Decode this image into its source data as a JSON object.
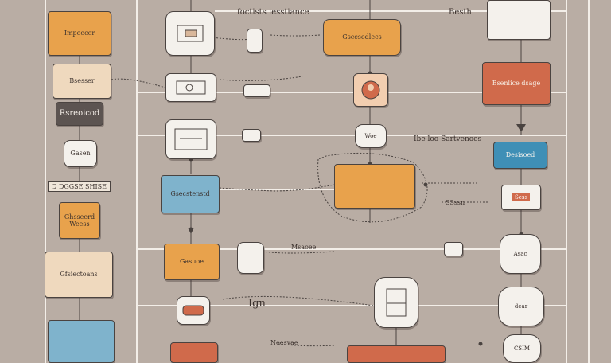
{
  "colors": {
    "background": "#b9ada4",
    "orange": "#e8a24c",
    "cream": "#efd9be",
    "blue": "#7fb3cc",
    "teal": "#3f8fb6",
    "rust": "#d06a4b",
    "dark": "#5c5451"
  },
  "labels": {
    "top_header": "foctists iesstiance",
    "top_right": "Besth",
    "left_box1": "Impeecer",
    "left_box2": "Bsesser",
    "left_dark": "Rsreoicod",
    "left_small": "Gasen",
    "left_tag": "D DGGSE SHISE",
    "left_box3a": "Ghsseerd",
    "left_box3b": "Weess",
    "left_box4": "Gfsiectoans",
    "center_blue": "Gsecstenstd",
    "center_orange": "Gasuoe",
    "mid_tag1": "Ibe loo Sartvenoes",
    "mid_tag2": "Msaoee",
    "mid_tag3": "SSssn",
    "mid_big": "Ign",
    "bottom_tag": "Neesvae",
    "right_box1": "Bsenlice dsage",
    "right_blue": "Desisoed",
    "right_red": "Sess",
    "right_white1": "Asac",
    "right_white2": "dear",
    "right_white3": "CSIM",
    "note_top": "Gsccsodlecs",
    "center_icon_label": "Woe"
  }
}
